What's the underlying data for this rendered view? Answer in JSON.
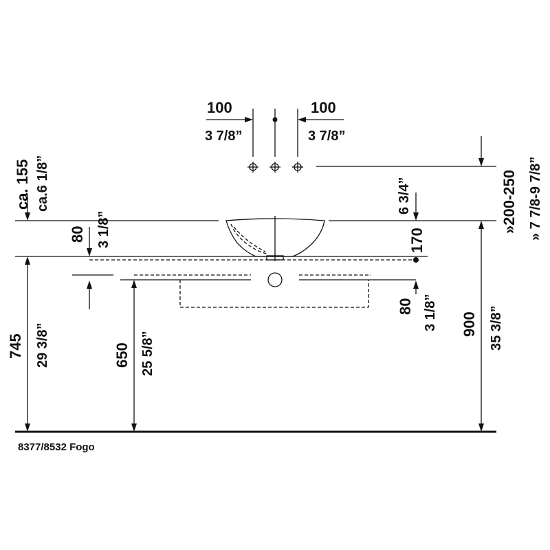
{
  "drawing": {
    "caption": "8377/8532 Fogo",
    "dims": {
      "tap_left_mm": "100",
      "tap_left_in": "3 7/8”",
      "tap_right_mm": "100",
      "tap_right_in": "3 7/8”",
      "overflow_mm": "ca. 155",
      "overflow_in": "ca.6 1/8”",
      "counter_left_mm": "80",
      "counter_left_in": "3 1/8”",
      "bowl_height_mm": "170",
      "bowl_height_in": "6 3/4”",
      "tap_range_mm": "»200-250",
      "tap_range_in": "» 7 7/8-9 7/8”",
      "counter_right_mm": "80",
      "counter_right_in": "3 1/8”",
      "floor_left_mm": "745",
      "floor_left_in": "29 3/8”",
      "floor_mid_mm": "650",
      "floor_mid_in": "25 5/8”",
      "floor_right_mm": "900",
      "floor_right_in": "35 3/8”"
    }
  }
}
